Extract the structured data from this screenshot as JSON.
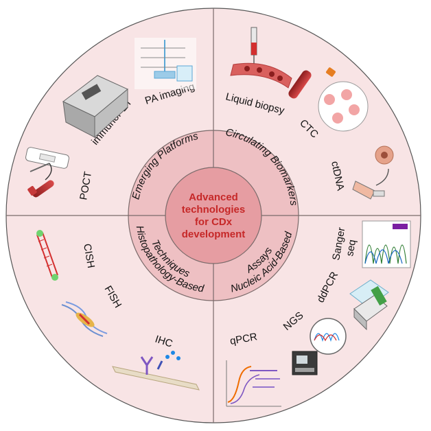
{
  "center": {
    "lines": [
      "Advanced",
      "technologies",
      "for CDx",
      "development"
    ]
  },
  "quadrants": {
    "emerging": {
      "title": "Emerging Platforms",
      "items": [
        "PA imaging",
        "immunoPET",
        "POCT"
      ]
    },
    "circulating": {
      "title": "Circulating Biomarkers",
      "items": [
        "Liquid biopsy",
        "CTC",
        "ctDNA"
      ]
    },
    "histo": {
      "title_lines": [
        "Histopathology-Based",
        "Techniques"
      ],
      "items": [
        "CISH",
        "FISH",
        "IHC"
      ]
    },
    "nucleic": {
      "title_lines": [
        "Nucleic Acid-Based",
        "Assays"
      ],
      "items": [
        "Sanger",
        "seq",
        "ddPCR",
        "NGS",
        "qPCR"
      ]
    }
  },
  "icons": [
    "ultrasound-device-icon",
    "pa-imaging-schematic-icon",
    "lateral-flow-test-icon",
    "blood-tube-icon",
    "syringe-icon",
    "blood-vessel-icon",
    "cell-dish-icon",
    "tumor-cell-icon",
    "dna-probe-icon",
    "fish-chromosome-icon",
    "antibody-icon",
    "chromatogram-icon",
    "droplet-pcr-machine-icon",
    "sequencer-icon",
    "qpcr-curve-icon"
  ],
  "colors": {
    "outer_ring": "#f8e4e5",
    "middle_ring": "#eec0c3",
    "center": "#e69da2",
    "divider": "#7a6a6a",
    "center_text": "#c62828"
  }
}
